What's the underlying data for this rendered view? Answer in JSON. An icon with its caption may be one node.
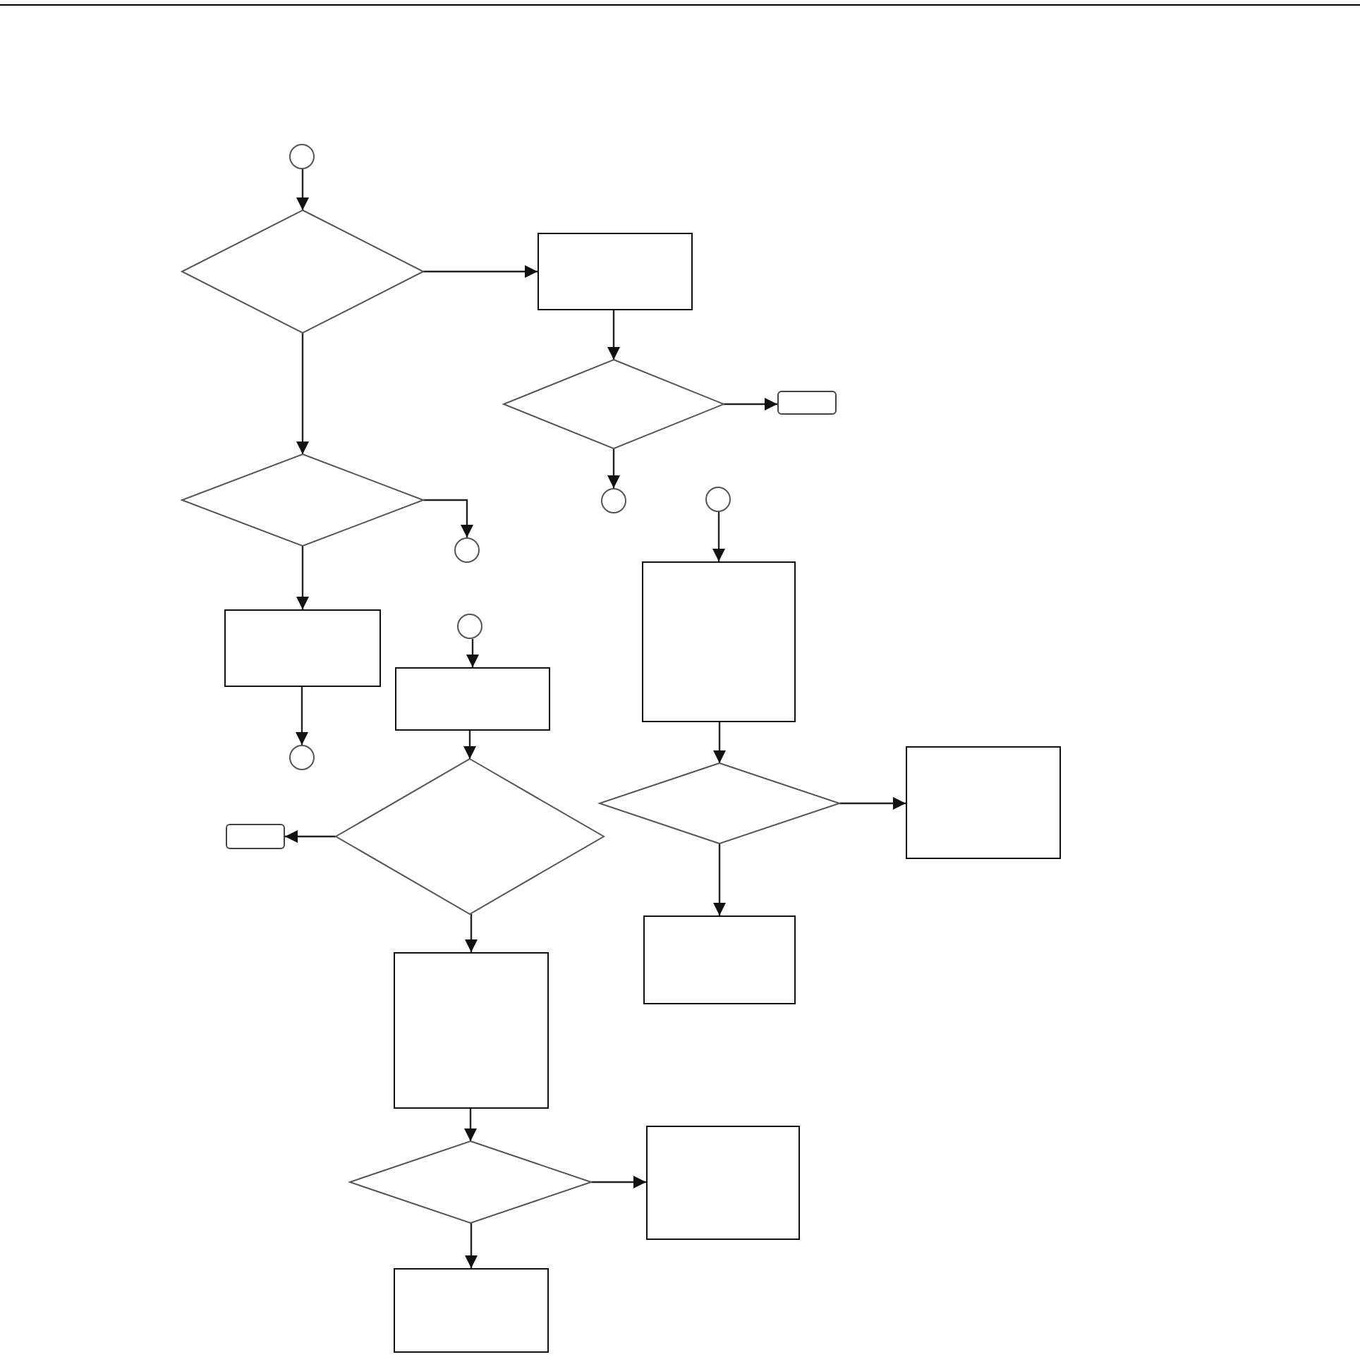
{
  "diagram": {
    "nodes": [
      {
        "text": [],
        "shape": "circle"
      },
      {
        "text": [],
        "shape": "diamond"
      },
      {
        "text": [],
        "shape": "box"
      },
      {
        "text": [],
        "shape": "diamond"
      },
      {
        "text": [],
        "shape": "terminator"
      },
      {
        "text": [],
        "shape": "diamond"
      },
      {
        "text": [],
        "shape": "circle"
      },
      {
        "text": [],
        "shape": "circle"
      },
      {
        "text": [],
        "shape": "circle"
      },
      {
        "text": [],
        "shape": "box"
      },
      {
        "text": [],
        "shape": "circle"
      },
      {
        "text": [],
        "shape": "box"
      },
      {
        "text": [],
        "shape": "box"
      },
      {
        "text": [],
        "shape": "circle"
      },
      {
        "text": [],
        "shape": "diamond"
      },
      {
        "text": [],
        "shape": "diamond"
      },
      {
        "text": [],
        "shape": "terminator"
      },
      {
        "text": [],
        "shape": "box"
      },
      {
        "text": [],
        "shape": "box"
      },
      {
        "text": [],
        "shape": "box"
      },
      {
        "text": [],
        "shape": "diamond"
      },
      {
        "text": [],
        "shape": "box"
      },
      {
        "text": [],
        "shape": "box"
      }
    ],
    "edges": [
      {
        "from": 0,
        "to": 1,
        "arrow": "to"
      },
      {
        "from": 1,
        "to": 2,
        "arrow": "to"
      },
      {
        "from": 1,
        "to": 5,
        "arrow": "to"
      },
      {
        "from": 2,
        "to": 3,
        "arrow": "to"
      },
      {
        "from": 3,
        "to": 4,
        "arrow": "to"
      },
      {
        "from": 3,
        "to": 6,
        "arrow": "to"
      },
      {
        "from": 5,
        "to": 8,
        "arrow": "to"
      },
      {
        "from": 5,
        "to": 9,
        "arrow": "to"
      },
      {
        "from": 9,
        "to": 13,
        "arrow": "to"
      },
      {
        "from": 10,
        "to": 11,
        "arrow": "to"
      },
      {
        "from": 11,
        "to": 14,
        "arrow": "to"
      },
      {
        "from": 14,
        "to": 16,
        "arrow": "to"
      },
      {
        "from": 14,
        "to": 19,
        "arrow": "to"
      },
      {
        "from": 7,
        "to": 12,
        "arrow": "to"
      },
      {
        "from": 12,
        "to": 15,
        "arrow": "to"
      },
      {
        "from": 15,
        "to": 17,
        "arrow": "to"
      },
      {
        "from": 15,
        "to": 18,
        "arrow": "to"
      },
      {
        "from": 19,
        "to": 20,
        "arrow": "to"
      },
      {
        "from": 20,
        "to": 21,
        "arrow": "to"
      },
      {
        "from": 20,
        "to": 22,
        "arrow": "to"
      }
    ]
  }
}
